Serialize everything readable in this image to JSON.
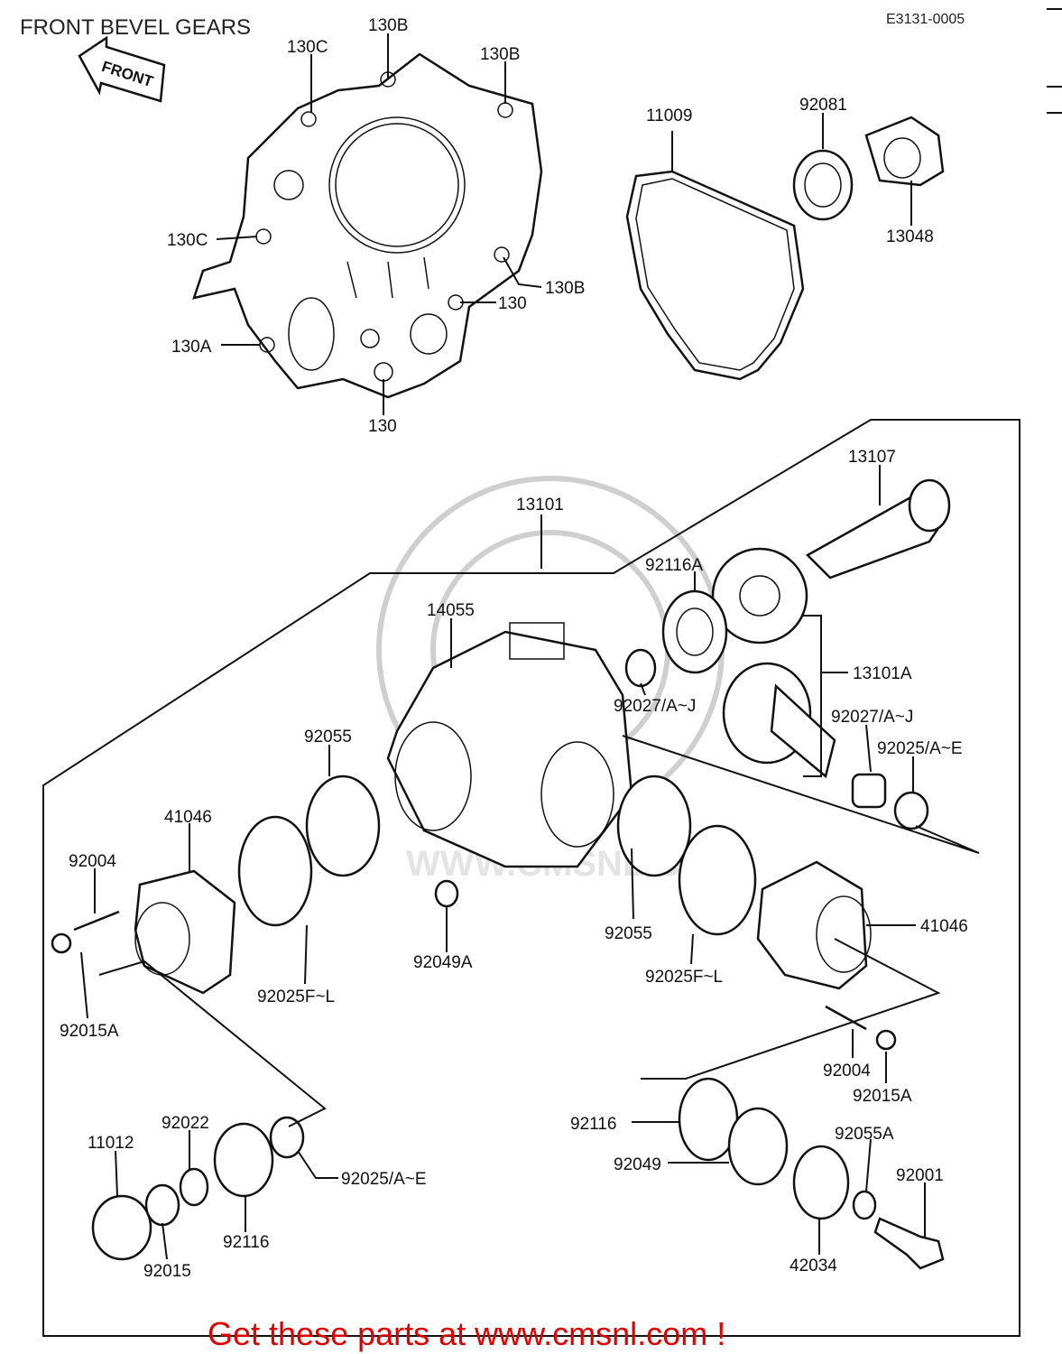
{
  "header": {
    "title": "FRONT BEVEL GEARS",
    "code": "E3131-0005",
    "front_arrow": "FRONT"
  },
  "footer": {
    "promo": "Get these parts at www.cmsnl.com !"
  },
  "labels": {
    "p130B_top": "130B",
    "p130C_top": "130C",
    "p130B_right": "130B",
    "p130C_left": "130C",
    "p130B_mid": "130B",
    "p130_mid": "130",
    "p130A": "130A",
    "p130_bottom": "130",
    "p11009": "11009",
    "p92081": "92081",
    "p13048": "13048",
    "p13107": "13107",
    "p13101": "13101",
    "p92116A": "92116A",
    "p14055": "14055",
    "p13101A": "13101A",
    "p92027_left": "92027/A~J",
    "p92027_right": "92027/A~J",
    "p92025_AE_right": "92025/A~E",
    "p92055_left": "92055",
    "p41046_left": "41046",
    "p92004_left": "92004",
    "p92015A_left": "92015A",
    "p92025FL_left": "92025F~L",
    "p92049A": "92049A",
    "p92055_right": "92055",
    "p92025FL_right": "92025F~L",
    "p41046_right": "41046",
    "p92004_right": "92004",
    "p92015A_right": "92015A",
    "p92116_right": "92116",
    "p92055A": "92055A",
    "p92001": "92001",
    "p92049": "92049",
    "p42034": "42034",
    "p11012": "11012",
    "p92022": "92022",
    "p92025_AE_bottom": "92025/A~E",
    "p92116_bottom": "92116",
    "p92015": "92015"
  }
}
